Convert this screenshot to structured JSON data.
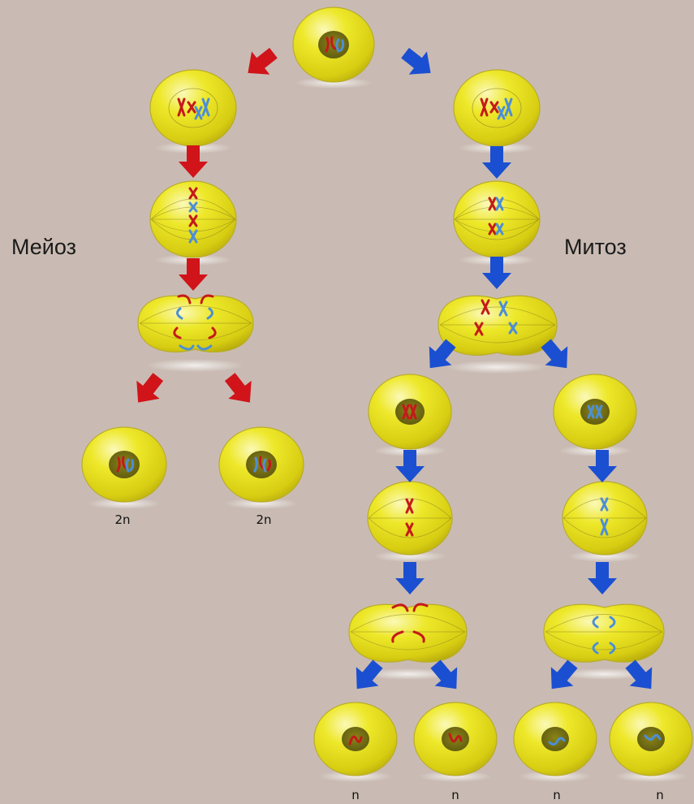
{
  "labels": {
    "left_process": "Мейоз",
    "right_process": "Митоз"
  },
  "ploidy_labels": {
    "left_daughter_1": "2n",
    "left_daughter_2": "2n",
    "right_gamete_1": "n",
    "right_gamete_2": "n",
    "right_gamete_3": "n",
    "right_gamete_4": "n"
  },
  "colors": {
    "background": "#c9bbb3",
    "cell_fill": "#e8e21a",
    "red_arrow": "#d0141a",
    "blue_arrow": "#1b4fd1",
    "chromosome_red": "#c41a1a",
    "chromosome_blue": "#4c8fd6"
  },
  "icons": {
    "arrow": "arrow-icon",
    "cell": "cell-icon",
    "chromosome": "chromosome-icon"
  }
}
